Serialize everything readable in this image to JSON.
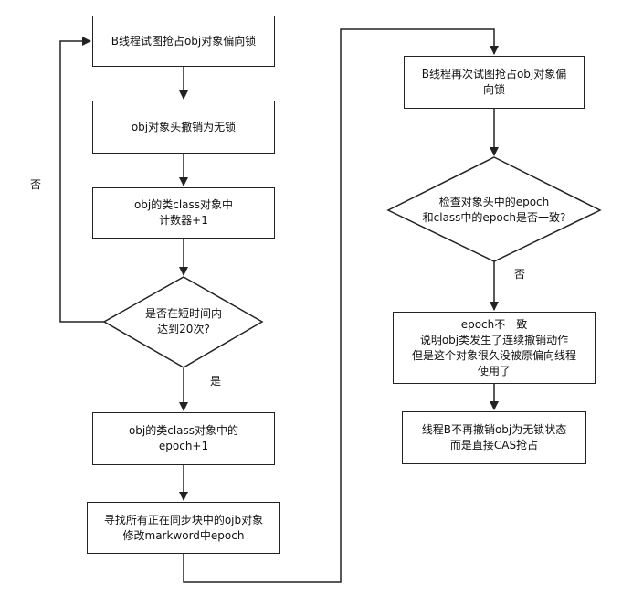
{
  "left": {
    "step1": [
      "B线程试图抢占obj对象偏向锁"
    ],
    "step2": [
      "obj对象头撤销为无锁"
    ],
    "step3": [
      "obj的类class对象中",
      "计数器+1"
    ],
    "decision": [
      "是否在短时间内",
      "达到20次?"
    ],
    "no_label": "否",
    "yes_label": "是",
    "step4": [
      "obj的类class对象中的",
      "epoch+1"
    ],
    "step5": [
      "寻找所有正在同步块中的ojb对象",
      "修改markword中epoch"
    ]
  },
  "right": {
    "step1": [
      "B线程再次试图抢占obj对象偏",
      "向锁"
    ],
    "decision": [
      "检查对象头中的epoch",
      "和class中的epoch是否一致?"
    ],
    "no_label": "否",
    "step2": [
      "epoch不一致",
      "说明obj类发生了连续撤销动作",
      "但是这个对象很久没被原偏向线程",
      "使用了"
    ],
    "step3": [
      "线程B不再撤销obj为无锁状态",
      "而是直接CAS抢占"
    ]
  }
}
